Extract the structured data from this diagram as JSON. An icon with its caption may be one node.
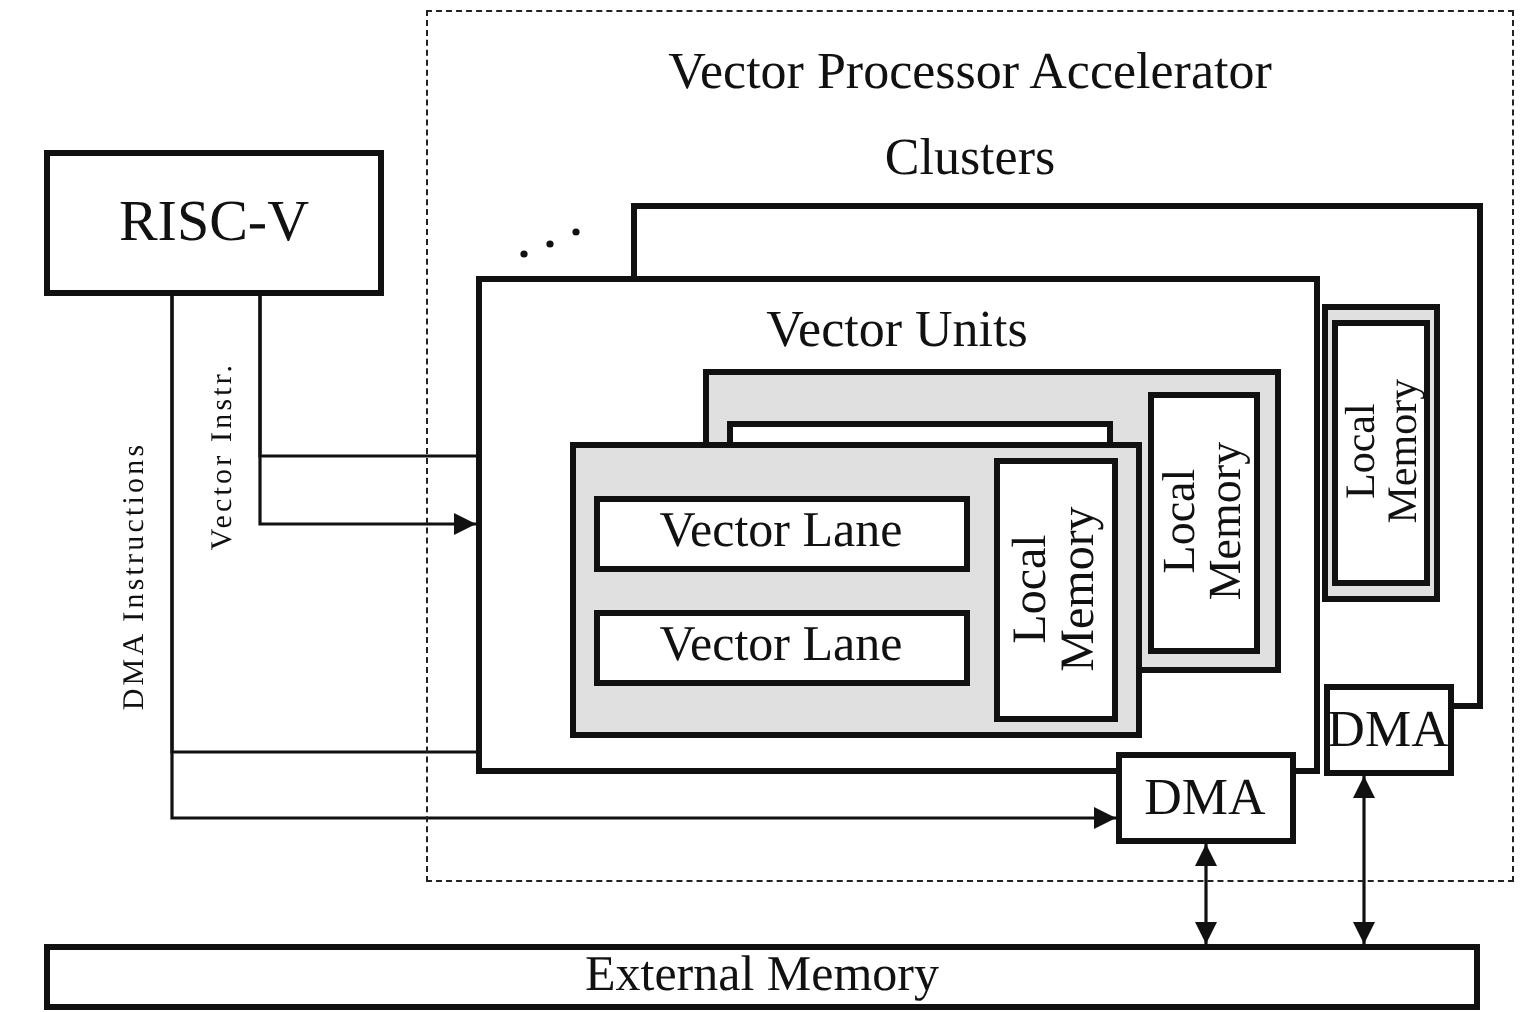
{
  "diagram": {
    "nodes": [
      {
        "text": [
          "RISC-V"
        ]
      },
      {
        "text": [
          "Vector Processor Accelerator Clusters"
        ]
      },
      {
        "text": [],
        "shape": "box",
        "in": 1
      },
      {
        "text": [
          "Local Memory"
        ],
        "in": 2
      },
      {
        "text": [
          "DMA"
        ],
        "in": 1
      },
      {
        "text": [
          "Vector Units"
        ],
        "in": 1
      },
      {
        "text": [
          "Local Memory"
        ],
        "in": 5
      },
      {
        "text": [],
        "shape": "box",
        "in": 5
      },
      {
        "text": [
          "Vector Lane"
        ],
        "in": 7
      },
      {
        "text": [
          "Vector Lane"
        ],
        "in": 7
      },
      {
        "text": [
          "Local Memory"
        ],
        "in": 7
      },
      {
        "text": [
          "DMA"
        ],
        "in": 1
      },
      {
        "text": [
          "External Memory"
        ]
      }
    ],
    "edges": [
      {
        "from": 0,
        "to": 5,
        "arrow": "to",
        "label": "Vector Instr."
      },
      {
        "from": 0,
        "to": 5,
        "arrow": "none"
      },
      {
        "from": 0,
        "to": 11,
        "arrow": "to",
        "label": "DMA Instructions"
      },
      {
        "from": 0,
        "to": 5,
        "arrow": "none"
      },
      {
        "from": 11,
        "to": 12,
        "arrow": "both"
      },
      {
        "from": 4,
        "to": 12,
        "arrow": "both"
      }
    ]
  }
}
